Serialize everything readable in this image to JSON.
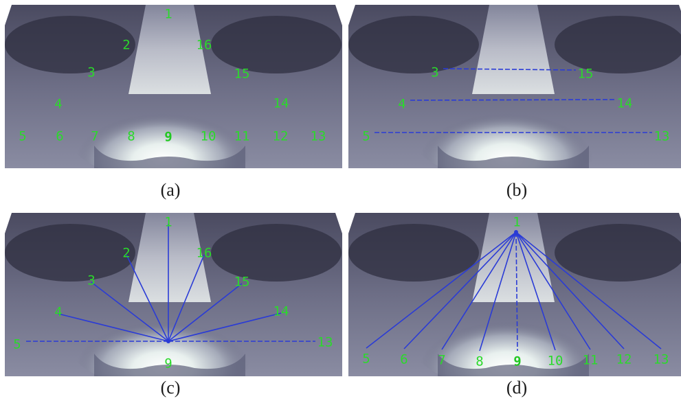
{
  "landmarks": [
    {
      "id": "1",
      "label": "1"
    },
    {
      "id": "2",
      "label": "2"
    },
    {
      "id": "3",
      "label": "3"
    },
    {
      "id": "4",
      "label": "4"
    },
    {
      "id": "5",
      "label": "5"
    },
    {
      "id": "6",
      "label": "6"
    },
    {
      "id": "7",
      "label": "7"
    },
    {
      "id": "8",
      "label": "8"
    },
    {
      "id": "9",
      "label": "9"
    },
    {
      "id": "10",
      "label": "10"
    },
    {
      "id": "11",
      "label": "11"
    },
    {
      "id": "12",
      "label": "12"
    },
    {
      "id": "13",
      "label": "13"
    },
    {
      "id": "14",
      "label": "14"
    },
    {
      "id": "15",
      "label": "15"
    },
    {
      "id": "16",
      "label": "16"
    }
  ],
  "panels": [
    {
      "id": "a",
      "caption": "(a)",
      "shown": [
        "1",
        "2",
        "3",
        "4",
        "5",
        "6",
        "7",
        "8",
        "9",
        "10",
        "11",
        "12",
        "13",
        "14",
        "15",
        "16"
      ],
      "connections": []
    },
    {
      "id": "b",
      "caption": "(b)",
      "shown": [
        "3",
        "15",
        "4",
        "14",
        "5",
        "13"
      ],
      "connections": [
        {
          "from": "3",
          "to": "15",
          "style": "dashed"
        },
        {
          "from": "4",
          "to": "14",
          "style": "dashed"
        },
        {
          "from": "5",
          "to": "13",
          "style": "dashed"
        }
      ]
    },
    {
      "id": "c",
      "caption": "(c)",
      "shown": [
        "1",
        "2",
        "3",
        "4",
        "5",
        "9",
        "13",
        "14",
        "15",
        "16"
      ],
      "connections": [
        {
          "from": "9",
          "to": "1",
          "style": "solid"
        },
        {
          "from": "9",
          "to": "2",
          "style": "solid"
        },
        {
          "from": "9",
          "to": "3",
          "style": "solid"
        },
        {
          "from": "9",
          "to": "4",
          "style": "solid"
        },
        {
          "from": "9",
          "to": "5",
          "style": "dashed"
        },
        {
          "from": "9",
          "to": "13",
          "style": "dashed"
        },
        {
          "from": "9",
          "to": "14",
          "style": "solid"
        },
        {
          "from": "9",
          "to": "15",
          "style": "solid"
        },
        {
          "from": "9",
          "to": "16",
          "style": "solid"
        }
      ]
    },
    {
      "id": "d",
      "caption": "(d)",
      "shown": [
        "1",
        "5",
        "6",
        "7",
        "8",
        "9",
        "10",
        "11",
        "12",
        "13"
      ],
      "connections": [
        {
          "from": "1",
          "to": "5",
          "style": "solid"
        },
        {
          "from": "1",
          "to": "6",
          "style": "solid"
        },
        {
          "from": "1",
          "to": "7",
          "style": "solid"
        },
        {
          "from": "1",
          "to": "8",
          "style": "solid"
        },
        {
          "from": "1",
          "to": "9",
          "style": "dashed"
        },
        {
          "from": "1",
          "to": "10",
          "style": "solid"
        },
        {
          "from": "1",
          "to": "11",
          "style": "solid"
        },
        {
          "from": "1",
          "to": "12",
          "style": "solid"
        },
        {
          "from": "1",
          "to": "13",
          "style": "solid"
        }
      ]
    }
  ],
  "colors": {
    "landmark_text": "#2bd92b",
    "line": "#2a3bd6",
    "background": "#ffffff"
  }
}
